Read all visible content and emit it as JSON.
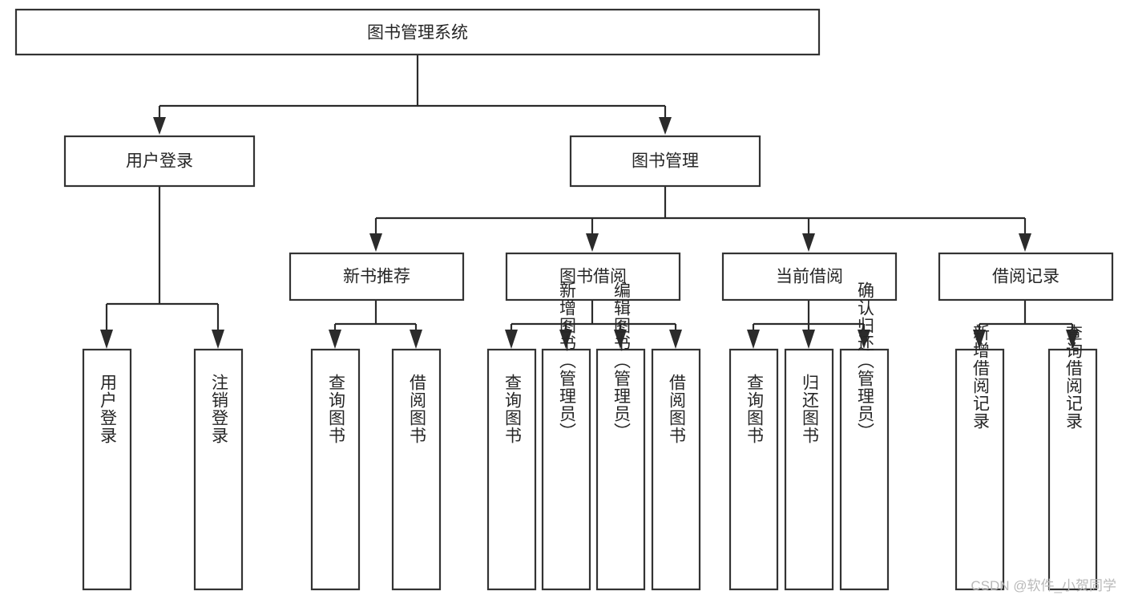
{
  "diagram": {
    "type": "tree-hierarchy",
    "title": "图书管理系统",
    "watermark": "CSDN @软件_小贺同学",
    "root": {
      "id": "root",
      "label": "图书管理系统",
      "orientation": "horizontal"
    },
    "level2": [
      {
        "id": "user-login",
        "label": "用户登录",
        "orientation": "horizontal"
      },
      {
        "id": "book-management",
        "label": "图书管理",
        "orientation": "horizontal"
      }
    ],
    "level3": [
      {
        "id": "new-book-recommend",
        "label": "新书推荐",
        "parent": "book-management",
        "orientation": "horizontal"
      },
      {
        "id": "book-borrow",
        "label": "图书借阅",
        "parent": "book-management",
        "orientation": "horizontal"
      },
      {
        "id": "current-borrow",
        "label": "当前借阅",
        "parent": "book-management",
        "orientation": "horizontal"
      },
      {
        "id": "borrow-record",
        "label": "借阅记录",
        "parent": "book-management",
        "orientation": "horizontal"
      }
    ],
    "leaves": [
      {
        "id": "leaf-user-login",
        "label": "用户登录",
        "parent": "user-login",
        "orientation": "vertical"
      },
      {
        "id": "leaf-logout",
        "label": "注销登录",
        "parent": "user-login",
        "orientation": "vertical"
      },
      {
        "id": "leaf-query-book-1",
        "label": "查询图书",
        "parent": "new-book-recommend",
        "orientation": "vertical"
      },
      {
        "id": "leaf-borrow-book-1",
        "label": "借阅图书",
        "parent": "new-book-recommend",
        "orientation": "vertical"
      },
      {
        "id": "leaf-query-book-2",
        "label": "查询图书",
        "parent": "book-borrow",
        "orientation": "vertical"
      },
      {
        "id": "leaf-add-book",
        "label": "新增图书（管理员）",
        "parent": "book-borrow",
        "orientation": "vertical"
      },
      {
        "id": "leaf-edit-book",
        "label": "编辑图书（管理员）",
        "parent": "book-borrow",
        "orientation": "vertical"
      },
      {
        "id": "leaf-borrow-book-2",
        "label": "借阅图书",
        "parent": "book-borrow",
        "orientation": "vertical"
      },
      {
        "id": "leaf-query-book-3",
        "label": "查询图书",
        "parent": "current-borrow",
        "orientation": "vertical"
      },
      {
        "id": "leaf-return-book",
        "label": "归还图书",
        "parent": "current-borrow",
        "orientation": "vertical"
      },
      {
        "id": "leaf-confirm-return",
        "label": "确认归还（管理员）",
        "parent": "current-borrow",
        "orientation": "vertical"
      },
      {
        "id": "leaf-add-record",
        "label": "新增借阅记录",
        "parent": "borrow-record",
        "orientation": "vertical"
      },
      {
        "id": "leaf-query-record",
        "label": "查询借阅记录",
        "parent": "borrow-record",
        "orientation": "vertical"
      }
    ],
    "colors": {
      "box_fill": "#ffffff",
      "box_stroke": "#333333",
      "connector": "#2b2b2b",
      "text": "#262626",
      "watermark": "#b9b9b9",
      "background": "#ffffff"
    }
  }
}
